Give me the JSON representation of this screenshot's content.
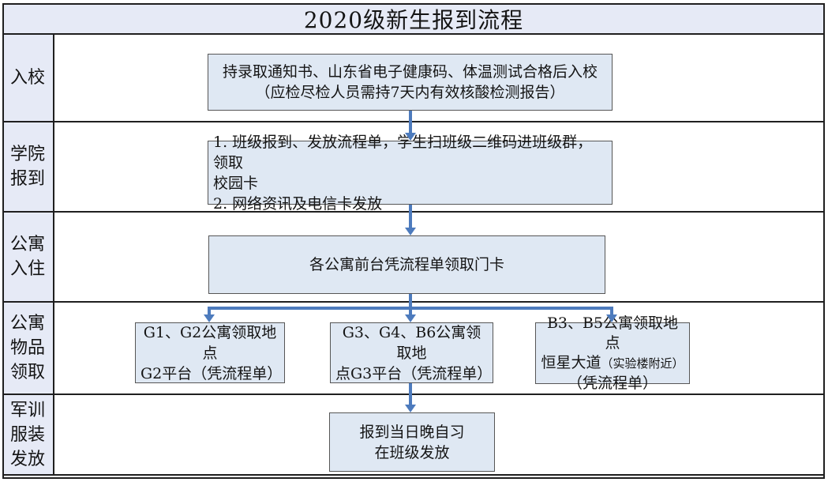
{
  "title": "2020级新生报到流程",
  "rows": [
    {
      "label": "入校"
    },
    {
      "label": "学院报到"
    },
    {
      "label": "公寓入住"
    },
    {
      "label": "公寓物品领取"
    },
    {
      "label": "军训服装发放"
    }
  ],
  "boxes": {
    "enter_school": {
      "line1": "持录取通知书、山东省电子健康码、体温测试合格后入校",
      "line2": "（应检尽检人员需持7天内有效核酸检测报告）"
    },
    "college_checkin": {
      "line1": "1. 班级报到、发放流程单，学生扫班级二维码进班级群，领取",
      "line2": "校园卡",
      "line3": "2. 网络资讯及电信卡发放"
    },
    "apartment_checkin": {
      "line1": "各公寓前台凭流程单领取门卡"
    },
    "pickup_g1_g2": {
      "line1": "G1、G2公寓领取地点",
      "line2": "G2平台（凭流程单）"
    },
    "pickup_g3_g4_b6": {
      "line1": "G3、G4、B6公寓领取地",
      "line2": "点G3平台（凭流程单）"
    },
    "pickup_b3_b5": {
      "line1": "B3、B5公寓领取地点",
      "line2_main": "恒星大道",
      "line2_note": "（实验楼附近）",
      "line3": "（凭流程单）"
    },
    "uniform_handout": {
      "line1": "报到当日晚自习",
      "line2": "在班级发放"
    }
  },
  "colors": {
    "arrow": "#4d7bbd",
    "cell_fill": "#e6eaf6",
    "box_fill": "#dfe8f3",
    "table_border": "#1f1f1f",
    "box_border": "#565656"
  }
}
